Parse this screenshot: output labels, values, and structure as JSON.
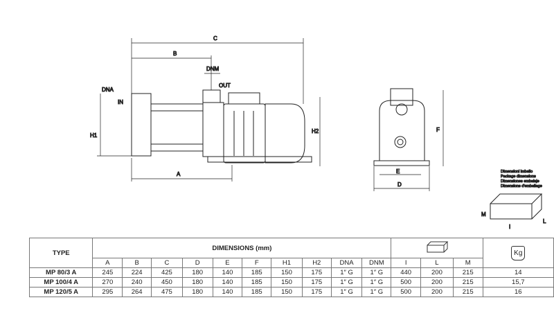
{
  "drawing": {
    "side_labels": {
      "C": "C",
      "B": "B",
      "DNM": "DNM",
      "OUT": "OUT",
      "DNA": "DNA",
      "IN": "IN",
      "H1": "H1",
      "H2": "H2",
      "A": "A"
    },
    "front_labels": {
      "E": "E",
      "D": "D",
      "F": "F"
    },
    "package": {
      "lines": [
        "Dimensioni imballo",
        "Package dimensions",
        "Dimensiones embalaje",
        "Dimensions d'emballage"
      ],
      "M": "M",
      "L": "L",
      "I": "I"
    }
  },
  "table": {
    "type_header": "TYPE",
    "dimensions_header": "DIMENSIONS (mm)",
    "weight_icon_label": "Kg",
    "columns": [
      "A",
      "B",
      "C",
      "D",
      "E",
      "F",
      "H1",
      "H2",
      "DNA",
      "DNM",
      "I",
      "L",
      "M"
    ],
    "rows": [
      {
        "type": "MP 80/3 A",
        "values": [
          "245",
          "224",
          "425",
          "180",
          "140",
          "185",
          "150",
          "175",
          "1″ G",
          "1″ G",
          "440",
          "200",
          "215"
        ],
        "weight": "14"
      },
      {
        "type": "MP 100/4 A",
        "values": [
          "270",
          "240",
          "450",
          "180",
          "140",
          "185",
          "150",
          "175",
          "1″ G",
          "1″ G",
          "500",
          "200",
          "215"
        ],
        "weight": "15,7"
      },
      {
        "type": "MP 120/5 A",
        "values": [
          "295",
          "264",
          "475",
          "180",
          "140",
          "185",
          "150",
          "175",
          "1″ G",
          "1″ G",
          "500",
          "200",
          "215"
        ],
        "weight": "16"
      }
    ]
  }
}
